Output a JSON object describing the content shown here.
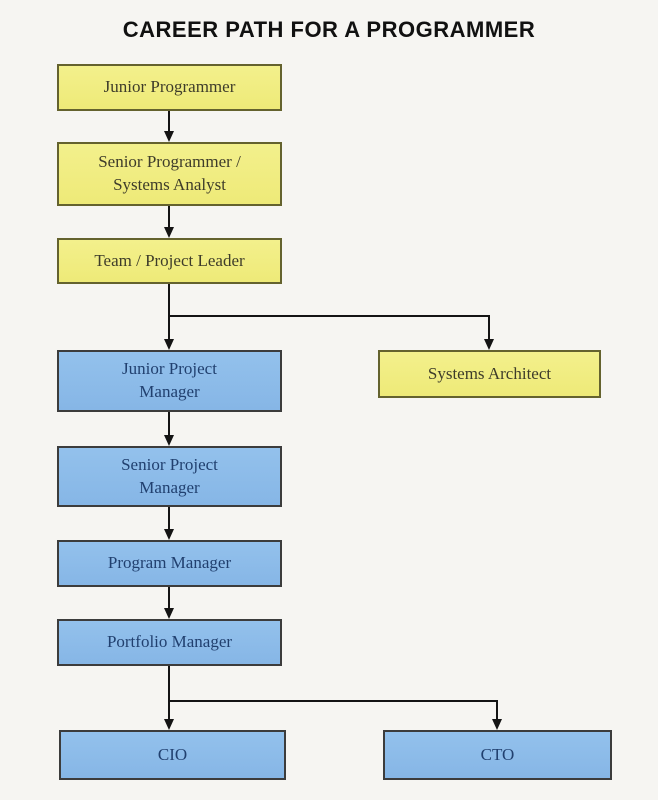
{
  "title": "CAREER PATH FOR A PROGRAMMER",
  "diagram": {
    "type": "flowchart",
    "nodes": [
      {
        "id": "junior-programmer",
        "label": "Junior Programmer",
        "color": "yellow"
      },
      {
        "id": "senior-programmer-systems-analyst",
        "label": "Senior Programmer /\nSystems Analyst",
        "color": "yellow"
      },
      {
        "id": "team-project-leader",
        "label": "Team / Project Leader",
        "color": "yellow"
      },
      {
        "id": "junior-project-manager",
        "label": "Junior Project\nManager",
        "color": "blue"
      },
      {
        "id": "systems-architect",
        "label": "Systems Architect",
        "color": "yellow"
      },
      {
        "id": "senior-project-manager",
        "label": "Senior Project\nManager",
        "color": "blue"
      },
      {
        "id": "program-manager",
        "label": "Program Manager",
        "color": "blue"
      },
      {
        "id": "portfolio-manager",
        "label": "Portfolio Manager",
        "color": "blue"
      },
      {
        "id": "cio",
        "label": "CIO",
        "color": "blue"
      },
      {
        "id": "cto",
        "label": "CTO",
        "color": "blue"
      }
    ],
    "edges": [
      {
        "from": "junior-programmer",
        "to": "senior-programmer-systems-analyst"
      },
      {
        "from": "senior-programmer-systems-analyst",
        "to": "team-project-leader"
      },
      {
        "from": "team-project-leader",
        "to": "junior-project-manager"
      },
      {
        "from": "team-project-leader",
        "to": "systems-architect"
      },
      {
        "from": "junior-project-manager",
        "to": "senior-project-manager"
      },
      {
        "from": "senior-project-manager",
        "to": "program-manager"
      },
      {
        "from": "program-manager",
        "to": "portfolio-manager"
      },
      {
        "from": "portfolio-manager",
        "to": "cio"
      },
      {
        "from": "portfolio-manager",
        "to": "cto"
      }
    ]
  },
  "palette": {
    "background": "#f6f5f2",
    "yellow_fill": "#f0ed80",
    "yellow_border": "#64622e",
    "yellow_text": "#3e3c2a",
    "blue_fill": "#8cbcea",
    "blue_border": "#3c3c3c",
    "blue_text": "#21406f",
    "connector_line": "#141414",
    "title_text": "#111111"
  }
}
